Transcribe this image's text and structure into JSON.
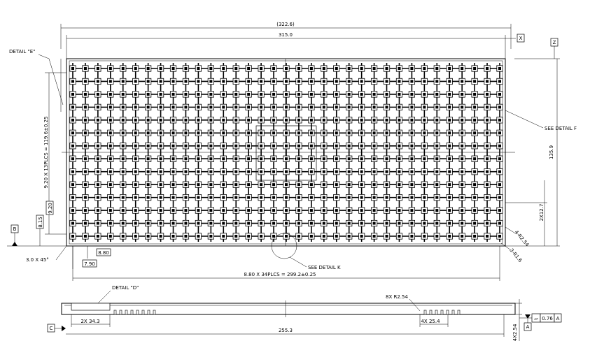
{
  "labels": {
    "overall_width": "(322.6)",
    "width_315": "315.0",
    "datum_x": "X",
    "datum_z": "Z",
    "datum_b": "B",
    "datum_c": "C",
    "datum_a": "A",
    "detail_e": "DETAIL \"E\"",
    "see_detail_f": "SEE DETAIL F",
    "see_detail_k": "SEE DETAIL K",
    "vertical_pitch": "9.20 X 13PLCS = 119.6±0.25",
    "height_135_9": "135.9",
    "pitch_2x_12_7": "2X12.7",
    "radius_4x_r2_54": "4-R2.54",
    "radius_3x_r1_6": "3-R1.6",
    "chamfer": "3.0 X 45°",
    "dim_9_20": "9.20",
    "dim_8_15": "8.15",
    "dim_8_80": "8.80",
    "dim_7_90": "7.90",
    "horizontal_pitch": "8.80 X 34PLCS = 299.2±0.25",
    "detail_d": "DETAIL \"D\"",
    "radius_8x_r2_54": "8X R2.54",
    "dim_2x_34_3": "2X 34.3",
    "dim_4x_25_4": "4X 25.4",
    "dim_255_3": "255.3",
    "flatness_symbol": "▱",
    "flatness_value": "0.76",
    "flatness_datum": "A",
    "dim_4x2_54": "4X2.54"
  },
  "grid": {
    "columns": 35,
    "rows": 14
  }
}
